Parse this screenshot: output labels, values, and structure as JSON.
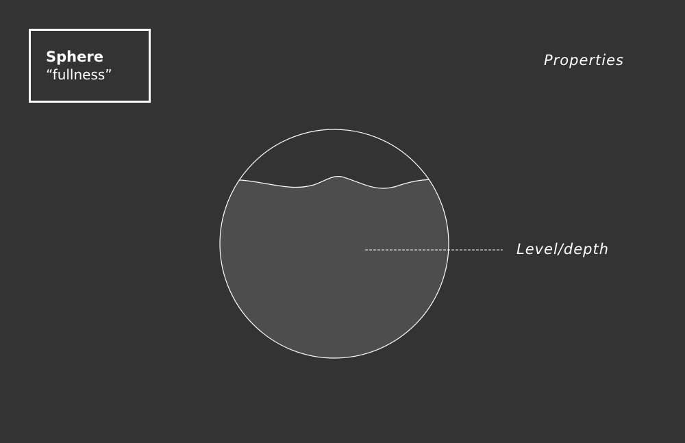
{
  "title_box": {
    "title": "Sphere",
    "subtitle": "“fullness”"
  },
  "heading": "Properties",
  "callout": {
    "label": "Level/depth"
  },
  "colors": {
    "background": "#333333",
    "fill": "#4d4d4d",
    "stroke": "#ffffff"
  }
}
